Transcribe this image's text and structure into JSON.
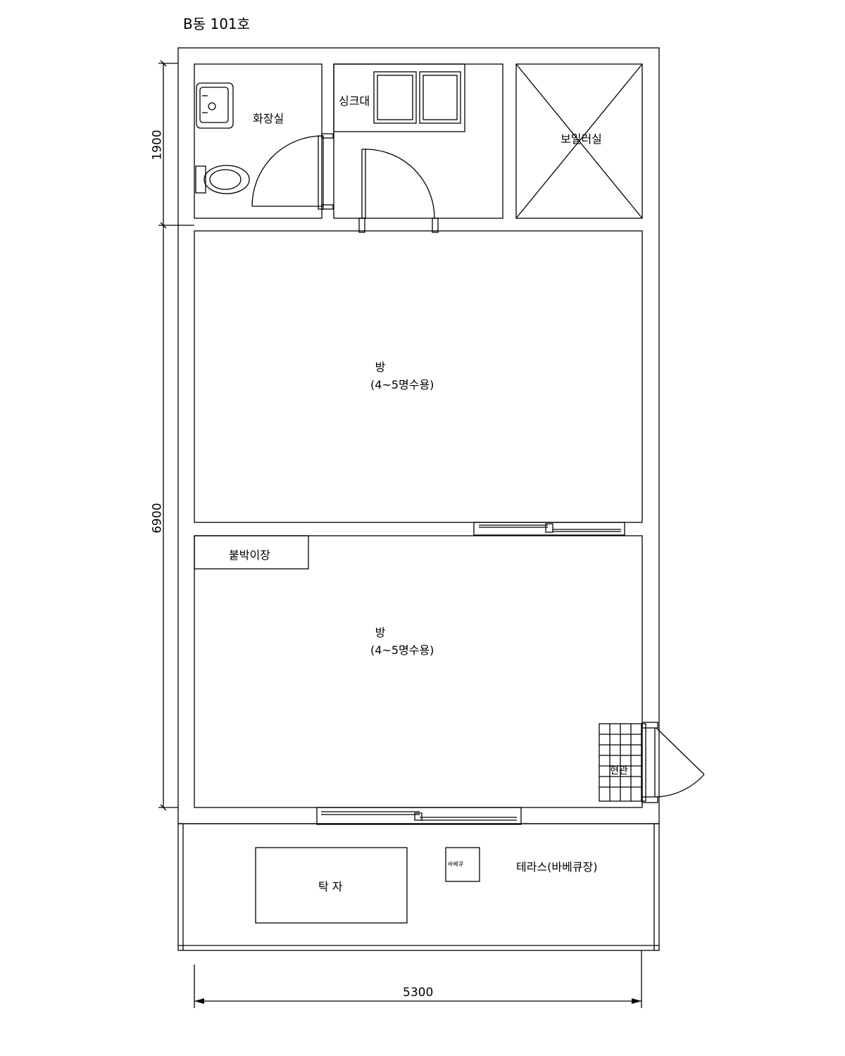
{
  "title": "B동 101호",
  "rooms": {
    "bathroom": "화장실",
    "sink": "싱크대",
    "boiler": "보일러실",
    "room1": {
      "name": "방",
      "capacity": "(4~5명수용)"
    },
    "room2": {
      "name": "방",
      "capacity": "(4~5명수용)"
    },
    "closet": "붙박이장",
    "entrance": "현관",
    "terrace": "테라스(바베큐장)",
    "table": "탁 자",
    "bbq": "바베큐"
  },
  "dimensions": {
    "top_height": "1900",
    "main_height": "6900",
    "width": "5300"
  }
}
